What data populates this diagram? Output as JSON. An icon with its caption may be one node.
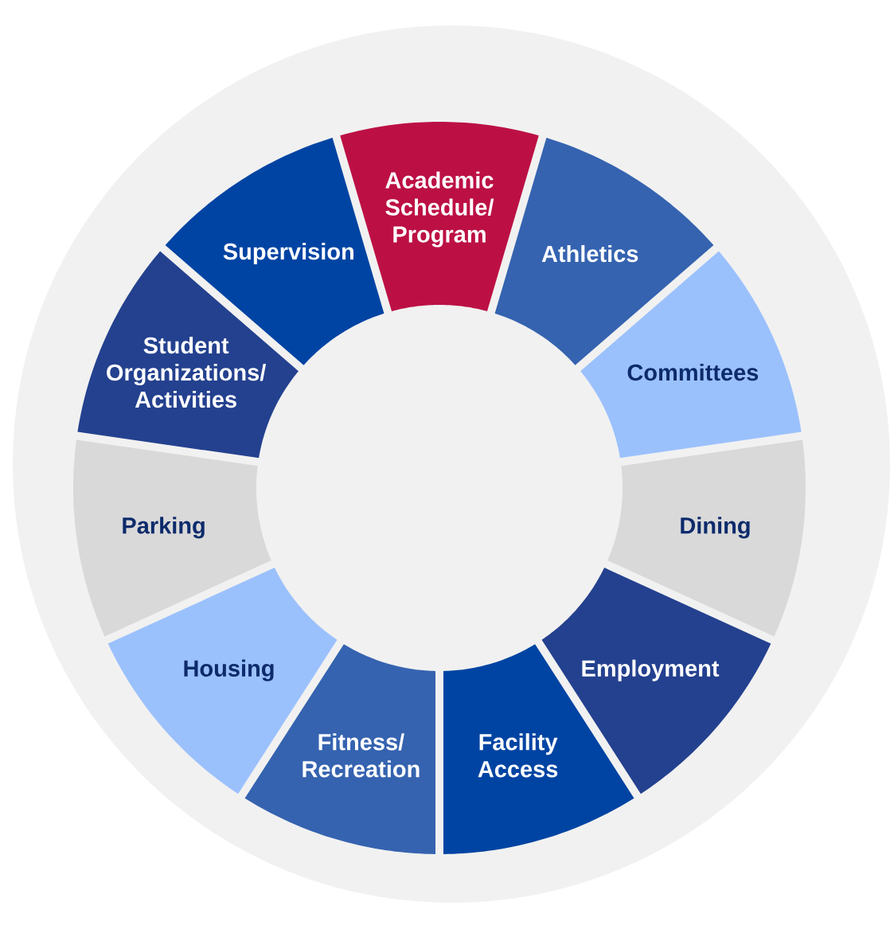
{
  "diagram": {
    "nodes": [
      {
        "text": [
          "Academic Schedule/ Program"
        ]
      },
      {
        "text": [
          "Athletics"
        ]
      },
      {
        "text": [
          "Committees"
        ]
      },
      {
        "text": [
          "Dining"
        ]
      },
      {
        "text": [
          "Employment"
        ]
      },
      {
        "text": [
          "Facility Access"
        ]
      },
      {
        "text": [
          "Fitness/ Recreation"
        ]
      },
      {
        "text": [
          "Housing"
        ]
      },
      {
        "text": [
          "Parking"
        ]
      },
      {
        "text": [
          "Student Organizations/ Activities"
        ]
      },
      {
        "text": [
          "Supervision"
        ]
      }
    ]
  }
}
